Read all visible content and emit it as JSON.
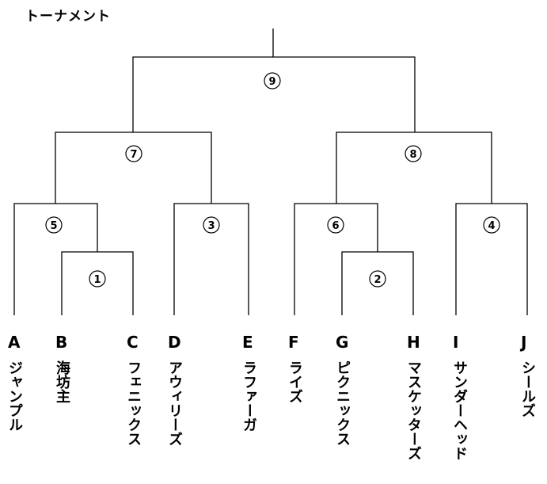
{
  "title": "トーナメント",
  "teams": [
    {
      "letter": "A",
      "name": "ジャンプル"
    },
    {
      "letter": "B",
      "name": "海坊主"
    },
    {
      "letter": "C",
      "name": "フェニックス"
    },
    {
      "letter": "D",
      "name": "アウィリーズ"
    },
    {
      "letter": "E",
      "name": "ラファーガ"
    },
    {
      "letter": "F",
      "name": "ライズ"
    },
    {
      "letter": "G",
      "name": "ピクニックス"
    },
    {
      "letter": "H",
      "name": "マスケッターズ"
    },
    {
      "letter": "I",
      "name": "サンダーヘッド"
    },
    {
      "letter": "J",
      "name": "シールズ"
    }
  ],
  "matches": [
    {
      "number": "1",
      "label": "①"
    },
    {
      "number": "2",
      "label": "②"
    },
    {
      "number": "3",
      "label": "③"
    },
    {
      "number": "4",
      "label": "④"
    },
    {
      "number": "5",
      "label": "⑤"
    },
    {
      "number": "6",
      "label": "⑥"
    },
    {
      "number": "7",
      "label": "⑦"
    },
    {
      "number": "8",
      "label": "⑧"
    },
    {
      "number": "9",
      "label": "⑨"
    }
  ]
}
